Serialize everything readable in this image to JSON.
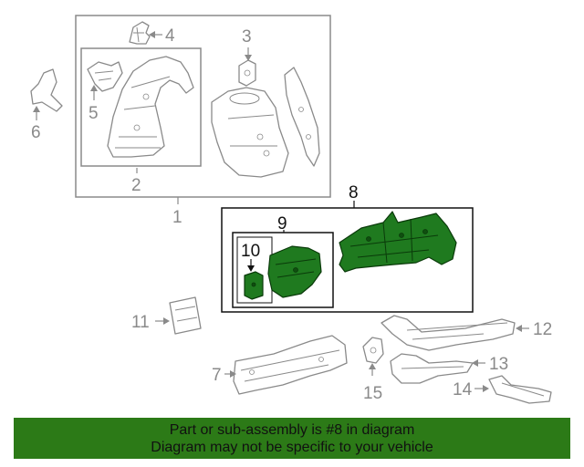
{
  "callouts": {
    "c1": "1",
    "c2": "2",
    "c3": "3",
    "c4": "4",
    "c5": "5",
    "c6": "6",
    "c7": "7",
    "c8": "8",
    "c9": "9",
    "c10": "10",
    "c11": "11",
    "c12": "12",
    "c13": "13",
    "c14": "14",
    "c15": "15"
  },
  "highlight_color": "#2c7a17",
  "banner": {
    "line1": "Part or sub-assembly is #8 in diagram",
    "line2": "Diagram may not be specific to your vehicle"
  }
}
